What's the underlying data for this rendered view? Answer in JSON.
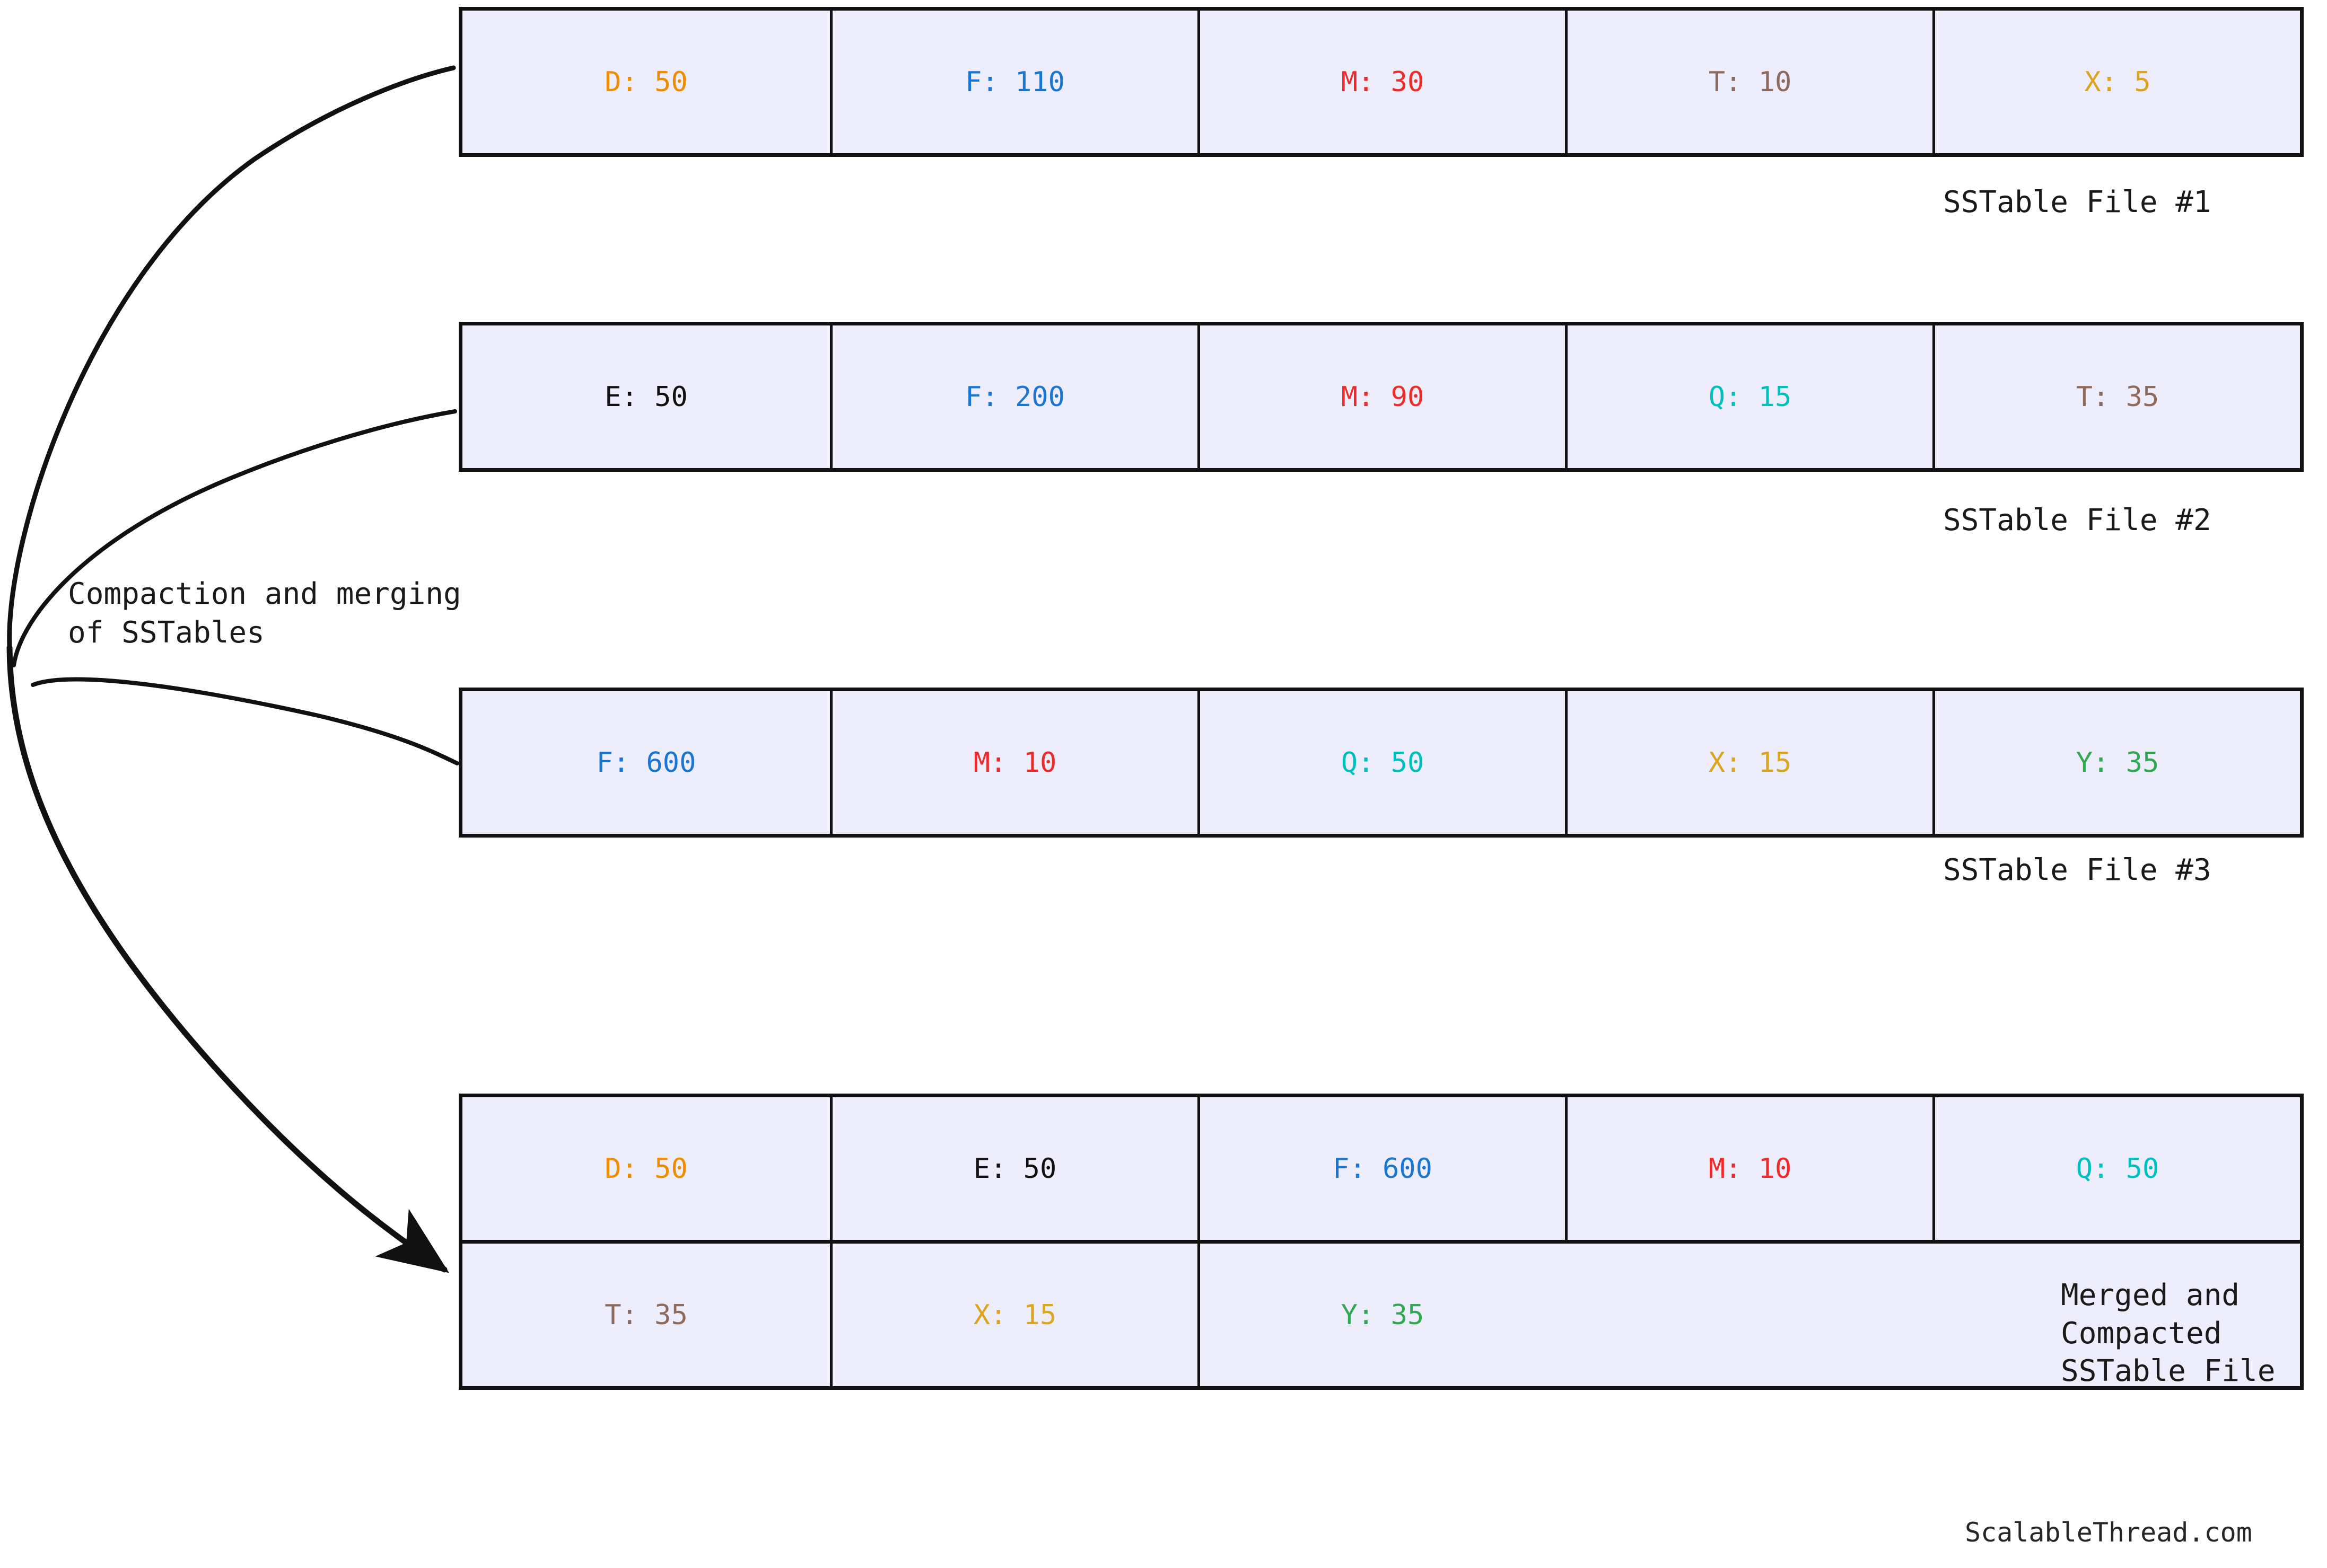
{
  "diagram": {
    "title": "Compaction and merging of SSTables",
    "annotation": "Compaction and merging\nof SSTables",
    "watermark": "ScalableThread.com"
  },
  "colors": {
    "cell_background": "#EEEDFB",
    "border": "#111111",
    "text_default": "#1a1a1a",
    "key_D": "#F08C00",
    "key_E": "#111111",
    "key_F": "#1976D2",
    "key_M": "#EE2B2B",
    "key_Q": "#00BFBF",
    "key_T": "#8C6A5E",
    "key_X": "#DBA520",
    "key_Y": "#32A852"
  },
  "sstables": [
    {
      "label": "SSTable File #1",
      "rows": [
        [
          {
            "text": "D: 50",
            "color": "#F08C00"
          },
          {
            "text": "F: 110",
            "color": "#1976D2"
          },
          {
            "text": "M: 30",
            "color": "#EE2B2B"
          },
          {
            "text": "T: 10",
            "color": "#8C6A5E"
          },
          {
            "text": "X: 5",
            "color": "#DBA520"
          }
        ]
      ]
    },
    {
      "label": "SSTable File #2",
      "rows": [
        [
          {
            "text": "E: 50",
            "color": "#111111"
          },
          {
            "text": "F: 200",
            "color": "#1976D2"
          },
          {
            "text": "M: 90",
            "color": "#EE2B2B"
          },
          {
            "text": "Q: 15",
            "color": "#00BFBF"
          },
          {
            "text": "T: 35",
            "color": "#8C6A5E"
          }
        ]
      ]
    },
    {
      "label": "SSTable File #3",
      "rows": [
        [
          {
            "text": "F: 600",
            "color": "#1976D2"
          },
          {
            "text": "M: 10",
            "color": "#EE2B2B"
          },
          {
            "text": "Q: 50",
            "color": "#00BFBF"
          },
          {
            "text": "X: 15",
            "color": "#DBA520"
          },
          {
            "text": "Y: 35",
            "color": "#32A852"
          }
        ]
      ]
    },
    {
      "label": "Merged and\nCompacted\nSSTable File",
      "rows": [
        [
          {
            "text": "D: 50",
            "color": "#F08C00"
          },
          {
            "text": "E: 50",
            "color": "#111111"
          },
          {
            "text": "F: 600",
            "color": "#1976D2"
          },
          {
            "text": "M: 10",
            "color": "#EE2B2B"
          },
          {
            "text": "Q: 50",
            "color": "#00BFBF"
          }
        ],
        [
          {
            "text": "T: 35",
            "color": "#8C6A5E"
          },
          {
            "text": "X: 15",
            "color": "#DBA520"
          },
          {
            "text": "Y: 35",
            "color": "#32A852"
          }
        ]
      ]
    }
  ]
}
